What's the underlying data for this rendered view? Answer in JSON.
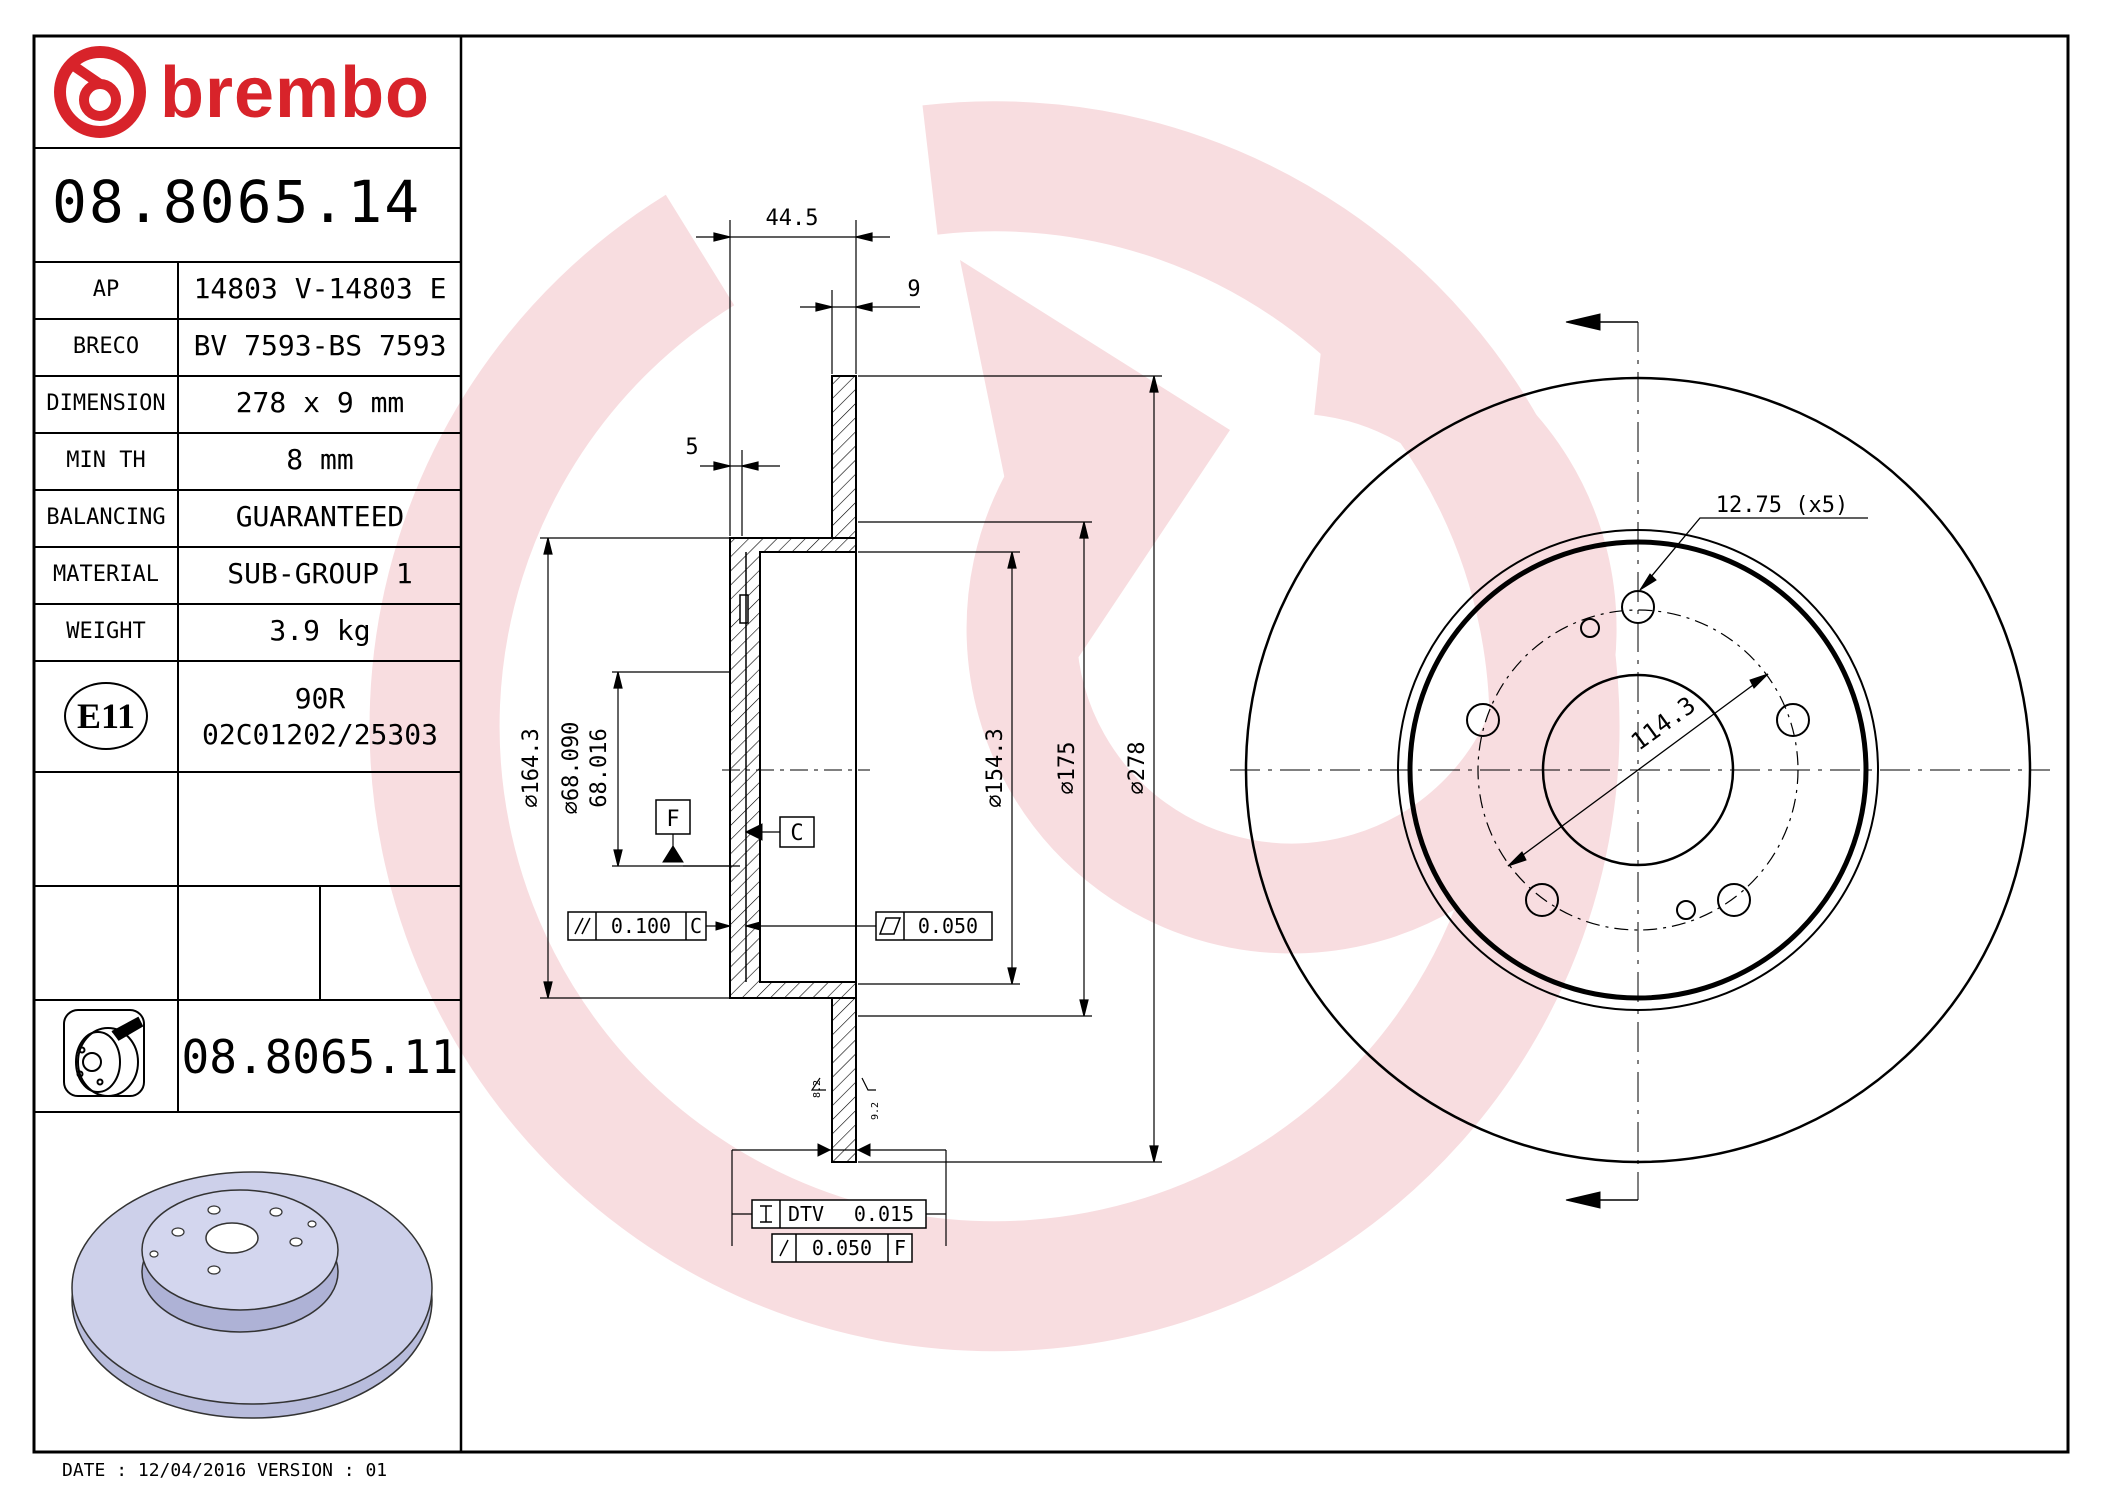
{
  "brand": {
    "name": "brembo",
    "color": "#d8232a"
  },
  "part_number": "08.8065.14",
  "specs": [
    {
      "label": "AP",
      "value": "14803 V-14803 E"
    },
    {
      "label": "BRECO",
      "value": "BV 7593-BS 7593"
    },
    {
      "label": "DIMENSION",
      "value": "278 x 9 mm"
    },
    {
      "label": "MIN TH",
      "value": "8 mm"
    },
    {
      "label": "BALANCING",
      "value": "GUARANTEED"
    },
    {
      "label": "MATERIAL",
      "value": "SUB-GROUP 1"
    },
    {
      "label": "WEIGHT",
      "value": "3.9 kg"
    }
  ],
  "approval": {
    "mark": "E11",
    "line1": "90R",
    "line2": "02C01202/25303"
  },
  "related_part": {
    "icon": "disc-kit-icon",
    "number": "08.8065.11"
  },
  "footer": {
    "date_label": "DATE",
    "date": "12/04/2016",
    "version_label": "VERSION",
    "version": "01"
  },
  "drawing": {
    "dim_overall_thickness": "44.5",
    "dim_disc_thickness": "9",
    "dim_hat_wall": "5",
    "dia_outer_hat": "164.3",
    "dia_center_bore_max": "68.090",
    "dia_center_bore_min": "68.016",
    "dia_inner_friction": "154.3",
    "dia_175": "175",
    "dia_outer": "278",
    "datum_f": "F",
    "datum_c": "C",
    "parallelism_value": "0.100",
    "parallelism_ref": "C",
    "flatness_value": "0.050",
    "dtv_label": "DTV",
    "dtv_value": "0.015",
    "runout_value": "0.050",
    "runout_ref": "F",
    "min_th_mark_1": "8.2",
    "min_th_mark_2": "9.2",
    "bolt_hole": "12.75 (x5)",
    "pcd": "114.3"
  },
  "colors": {
    "line": "#000000",
    "watermark": "#f6d6d8",
    "disc_fill": "#c9cde8"
  }
}
